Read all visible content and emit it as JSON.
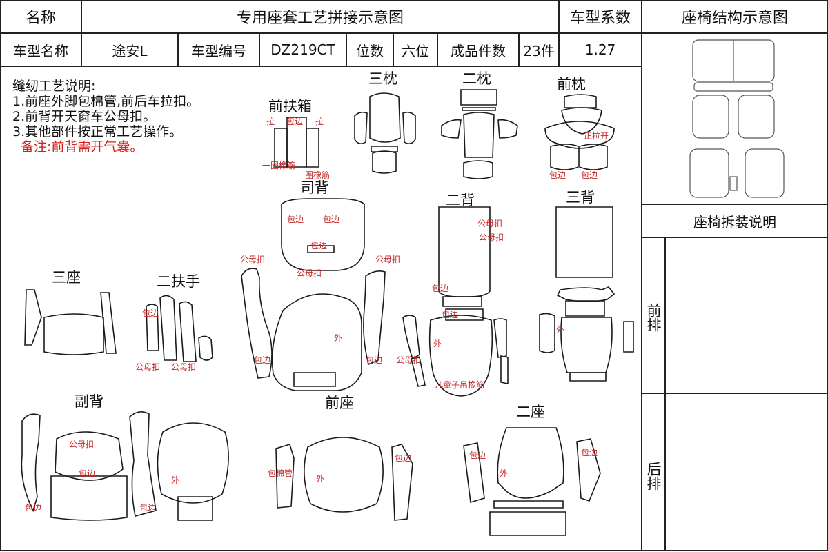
{
  "header": {
    "name_label": "名称",
    "title": "专用座套工艺拼接示意图",
    "coef_label": "车型系数",
    "structure_title": "座椅结构示意图"
  },
  "info": {
    "model_label": "车型名称",
    "model_value": "途安L",
    "code_label": "车型编号",
    "code_value": "DZ219CT",
    "seats_label": "位数",
    "seats_value": "六位",
    "pieces_label": "成品件数",
    "pieces_value": "23件",
    "coef_value": "1.27"
  },
  "notes": {
    "heading": "缝纫工艺说明:",
    "lines": [
      "1.前座外脚包棉管,前后车拉扣。",
      "2.前背开天窗车公母扣。",
      "3.其他部件按正常工艺操作。"
    ],
    "remark": "备注:前背需开气囊。"
  },
  "sections": {
    "front_armrest": "前扶箱",
    "third_headrest": "三枕",
    "second_headrest": "二枕",
    "front_headrest": "前枕",
    "driver_back": "司背",
    "second_back": "二背",
    "third_back": "三背",
    "third_seat": "三座",
    "second_armrest": "二扶手",
    "passenger_back": "副背",
    "front_seat": "前座",
    "second_seat": "二座"
  },
  "annotations": {
    "pull": "拉",
    "ring_tendon": "一圈橡筋",
    "wrap_edge": "包边",
    "snap": "公母扣",
    "outside": "外",
    "zip_open": "正拉开",
    "child_tendon": "儿童子吊橡筋",
    "cotton_tube": "包棉管"
  },
  "side_panel": {
    "disassembly_title": "座椅拆装说明",
    "front_row": "前排",
    "rear_row": "后排"
  },
  "colors": {
    "border": "#222222",
    "outline": "#1a1a1a",
    "annotation": "#c62828",
    "remark": "#d42020"
  }
}
